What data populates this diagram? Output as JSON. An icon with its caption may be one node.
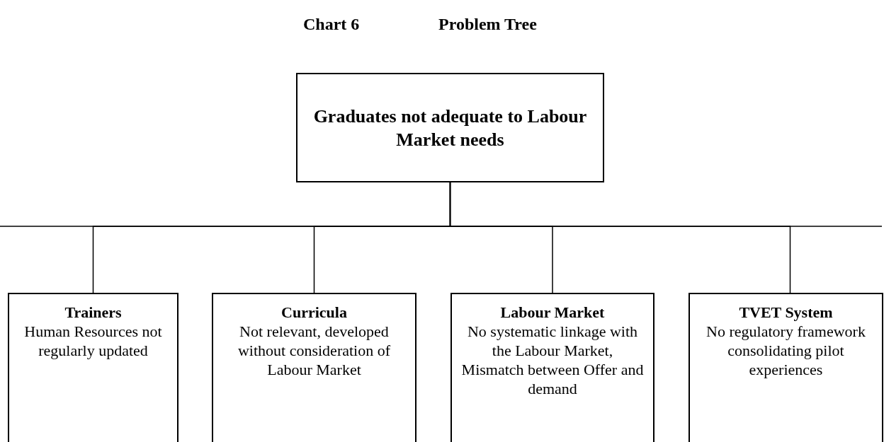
{
  "diagram": {
    "title": "Problem Tree",
    "nodes": [
      {
        "text": [
          "Graduates not adequate to Labour Market needs"
        ]
      },
      {
        "text": [
          "Trainers",
          "Human Resources not regularly updated"
        ]
      },
      {
        "text": [
          "Curricula",
          "Not relevant, developed without consideration of Labour Market"
        ]
      },
      {
        "text": [
          "Labour Market",
          "No systematic linkage with the Labour Market, Mismatch between Offer and demand"
        ]
      },
      {
        "text": [
          "TVET System",
          "No regulatory framework consolidating pilot experiences"
        ]
      }
    ],
    "edges": [
      {
        "from": 0,
        "to": 1,
        "arrow": "none"
      },
      {
        "from": 0,
        "to": 2,
        "arrow": "none"
      },
      {
        "from": 0,
        "to": 3,
        "arrow": "none"
      },
      {
        "from": 0,
        "to": 4,
        "arrow": "none"
      }
    ],
    "labels": [
      "Chart 6"
    ]
  }
}
